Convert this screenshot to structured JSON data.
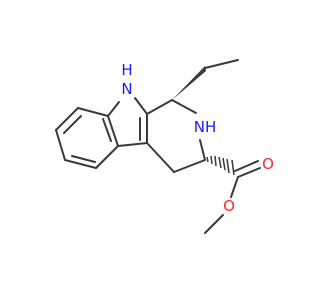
{
  "molecule": {
    "atom_labels": {
      "indole_nh_h": "H",
      "indole_nh_n": "N",
      "amine_nh": "NH",
      "carbonyl_o": "O",
      "ester_o": "O"
    }
  },
  "colors": {
    "bond": "#3a3a3a",
    "nitrogen": "#1a1aff",
    "oxygen": "#ff2a2a"
  }
}
